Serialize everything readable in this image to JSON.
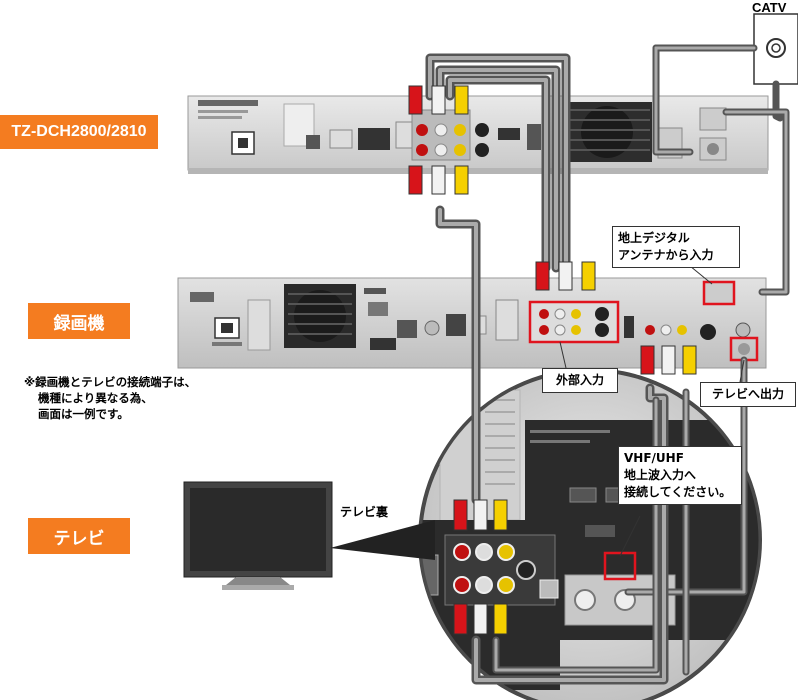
{
  "labels": {
    "catv": "CATV",
    "device_top": "TZ-DCH2800/2810",
    "device_recorder": "録画機",
    "device_tv": "テレビ",
    "callout_antenna_line1": "地上デジタル",
    "callout_antenna_line2": "アンテナから入力",
    "callout_external_input": "外部入力",
    "callout_tv_output": "テレビへ出力",
    "callout_vhf_line1": "VHF/UHF",
    "callout_vhf_line2": "地上波入力へ",
    "callout_vhf_line3": "接続してください。",
    "tv_back": "テレビ裏",
    "note_line1": "※録画機とテレビの接続端子は、",
    "note_line2": "機種により異なる為、",
    "note_line3": "画面は一例です。"
  },
  "colors": {
    "tag_orange": "#f47c20",
    "cable_red": "#d7141a",
    "cable_white": "#f2f2f2",
    "cable_yellow": "#f5d000",
    "highlight_red": "#e0141e",
    "device_panel": "#dcdcdc"
  },
  "icons": {
    "catv_outlet": "coax-wall-outlet-icon",
    "tv": "flat-tv-icon",
    "fan": "cooling-fan-icon"
  }
}
